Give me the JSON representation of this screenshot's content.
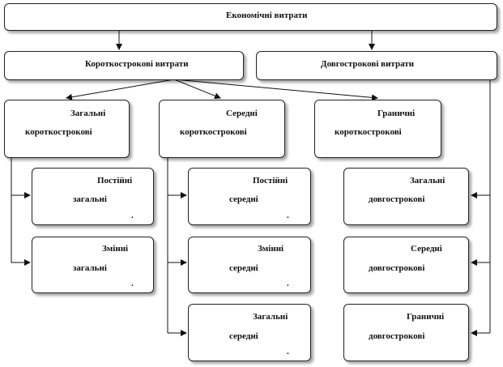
{
  "diagram": {
    "root": {
      "label": "Економічні витрати"
    },
    "short_run": {
      "label": "Короткострокові витрати"
    },
    "long_run": {
      "label": "Довгострокові витрати"
    },
    "general_sr": {
      "line1": "Загальні",
      "line2": "короткострокові"
    },
    "average_sr": {
      "line1": "Середні",
      "line2": "короткострокові"
    },
    "marginal_sr": {
      "line1": "Граничні",
      "line2": "короткострокові"
    },
    "fixed_total": {
      "line1": "Постійні",
      "line2": "загальні",
      "mark": "."
    },
    "variable_total": {
      "line1": "Змінні",
      "line2": "загальні",
      "mark": "."
    },
    "fixed_avg": {
      "line1": "Постійні",
      "line2": "середні",
      "mark": "."
    },
    "variable_avg": {
      "line1": "Змінні",
      "line2": "середні",
      "mark": "."
    },
    "total_avg": {
      "line1": "Загальні",
      "line2": "середні",
      "mark": "."
    },
    "general_lr": {
      "line1": "Загальні",
      "line2": "довгострокові"
    },
    "average_lr": {
      "line1": "Середні",
      "line2": "довгострокові"
    },
    "marginal_lr": {
      "line1": "Граничні",
      "line2": "довгострокові"
    }
  }
}
